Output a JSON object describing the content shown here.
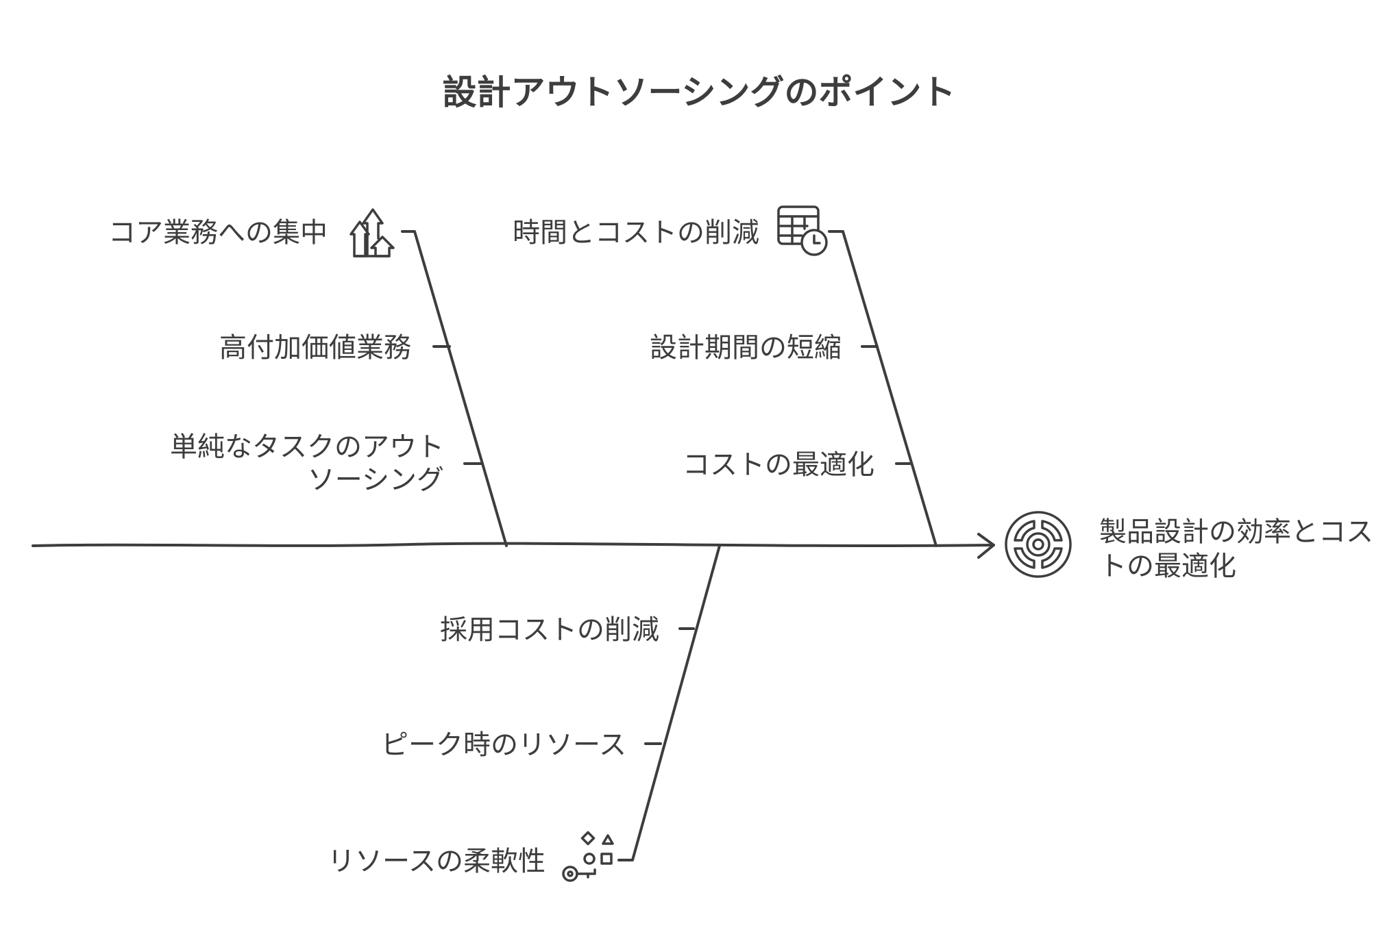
{
  "title": "設計アウトソーシングのポイント",
  "effect": {
    "label_line1": "製品設計の効率とコス",
    "label_line2": "トの最適化",
    "icon": "target-icon"
  },
  "categories": [
    {
      "label": "コア業務への集中",
      "icon": "growth-arrows-icon",
      "causes": [
        "高付加価値業務",
        "単純なタスクのアウト",
        "ソーシング"
      ]
    },
    {
      "label": "時間とコストの削減",
      "icon": "calendar-clock-icon",
      "causes": [
        "設計期間の短縮",
        "コストの最適化"
      ]
    },
    {
      "label": "リソースの柔軟性",
      "icon": "shapes-key-icon",
      "causes": [
        "採用コストの削減",
        "ピーク時のリソース"
      ]
    }
  ]
}
